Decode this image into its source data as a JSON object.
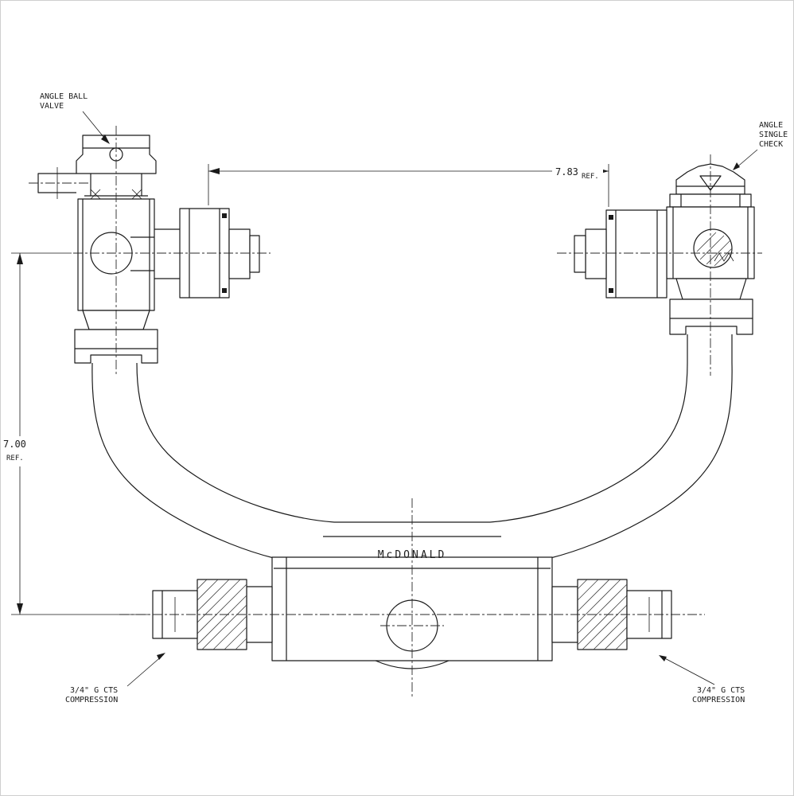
{
  "page": {
    "background": "#ffffff",
    "line_color": "#1a1a1a"
  },
  "drawing": {
    "brand": "McDONALD",
    "callouts": {
      "left_valve": {
        "line1": "ANGLE BALL",
        "line2": "VALVE"
      },
      "right_valve": {
        "line1": "ANGLE",
        "line2": "SINGLE",
        "line3": "CHECK"
      },
      "bottom_left": {
        "line1": "3/4\" G CTS",
        "line2": "COMPRESSION"
      },
      "bottom_right": {
        "line1": "3/4\" G CTS",
        "line2": "COMPRESSION"
      }
    },
    "dimensions": {
      "width": {
        "value": "7.83",
        "ref": "REF."
      },
      "height": {
        "value": "7.00",
        "ref": "REF."
      }
    }
  }
}
